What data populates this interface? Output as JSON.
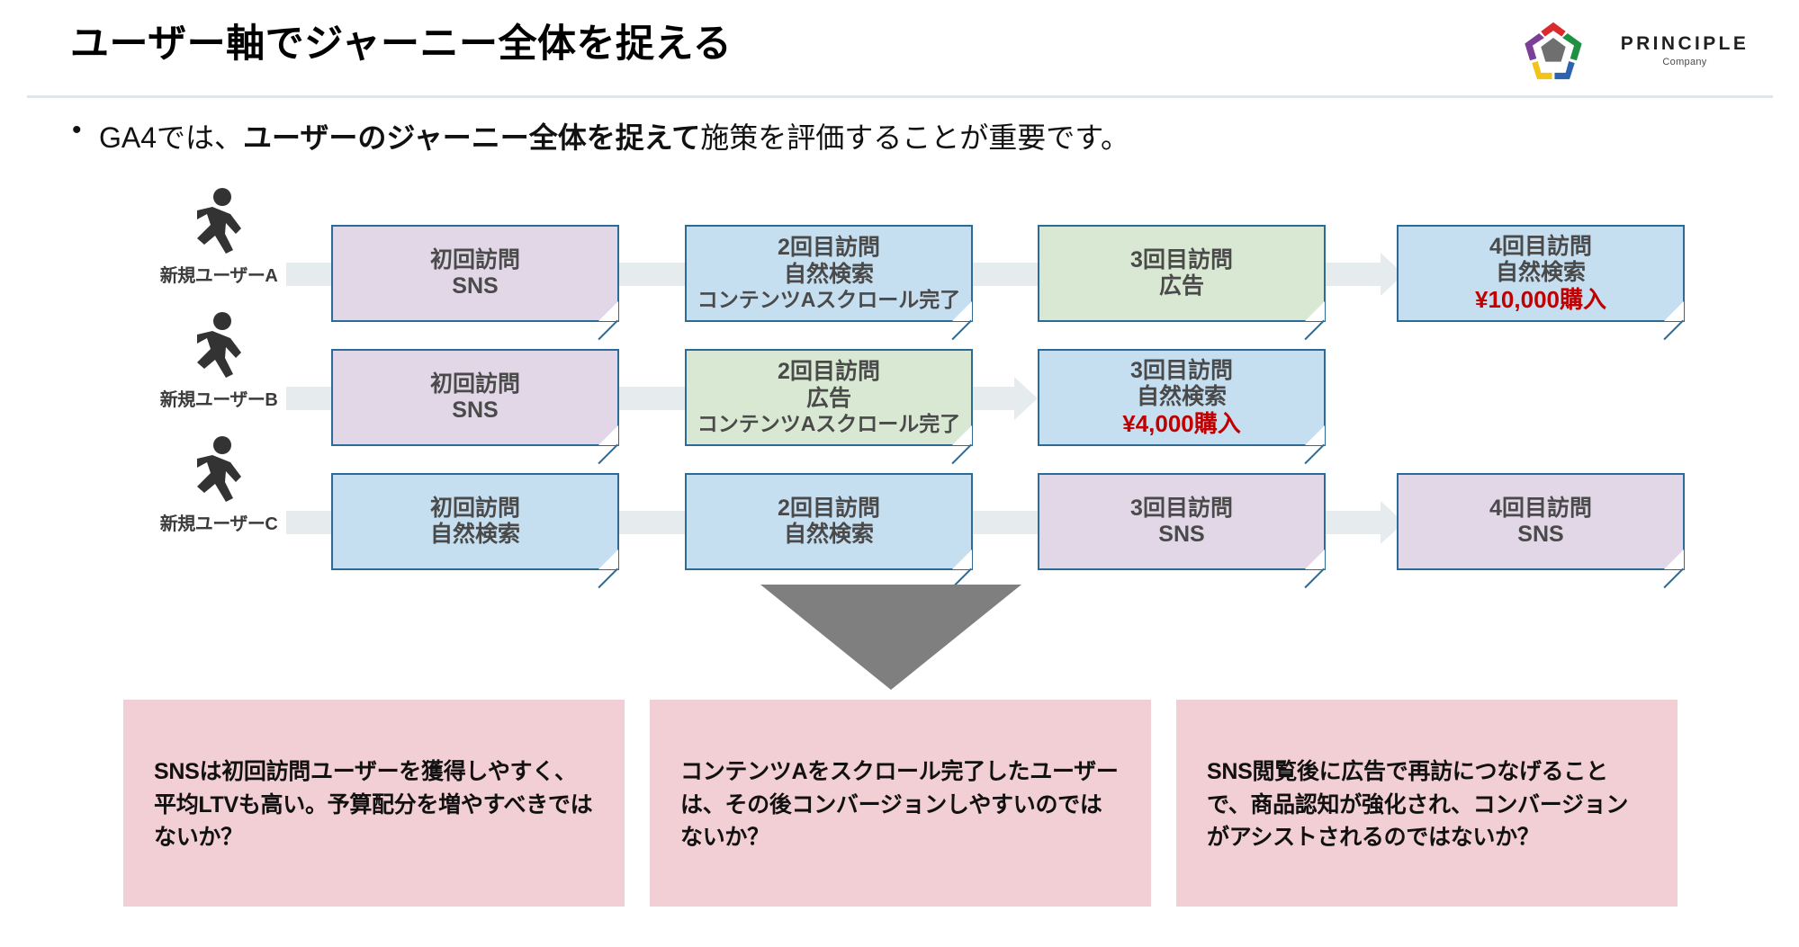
{
  "header": {
    "title": "ユーザー軸でジャーニー全体を捉える",
    "logo": {
      "name": "PRINCIPLE",
      "sub": "Company",
      "colors": {
        "red": "#d92b2b",
        "green": "#1f9142",
        "blue": "#2b63b0",
        "yellow": "#f0c419",
        "purple": "#7b3f98",
        "center": "#6f6f6f"
      }
    }
  },
  "bullet": {
    "marker": "•",
    "prefix": "GA4では、",
    "emphasis": "ユーザーのジャーニー全体を捉えて",
    "suffix": "施策を評価することが重要です。"
  },
  "journey": {
    "rows": [
      {
        "persona": "新規ユーザーA",
        "persona_icon": "walking-person-icon",
        "cards": [
          {
            "color": "purple",
            "lines": [
              {
                "text": "初回訪問",
                "style": "normal"
              },
              {
                "text": "SNS",
                "style": "normal"
              }
            ]
          },
          {
            "color": "blue",
            "lines": [
              {
                "text": "2回目訪問",
                "style": "normal"
              },
              {
                "text": "自然検索",
                "style": "normal"
              },
              {
                "text": "コンテンツAスクロール完了",
                "style": "small"
              }
            ]
          },
          {
            "color": "green",
            "lines": [
              {
                "text": "3回目訪問",
                "style": "normal"
              },
              {
                "text": "広告",
                "style": "normal"
              }
            ]
          },
          {
            "color": "blue",
            "lines": [
              {
                "text": "4回目訪問",
                "style": "normal"
              },
              {
                "text": "自然検索",
                "style": "normal"
              },
              {
                "text": "¥10,000購入",
                "style": "money"
              }
            ]
          }
        ]
      },
      {
        "persona": "新規ユーザーB",
        "persona_icon": "walking-person-icon",
        "cards": [
          {
            "color": "purple",
            "lines": [
              {
                "text": "初回訪問",
                "style": "normal"
              },
              {
                "text": "SNS",
                "style": "normal"
              }
            ]
          },
          {
            "color": "green",
            "lines": [
              {
                "text": "2回目訪問",
                "style": "normal"
              },
              {
                "text": "広告",
                "style": "normal"
              },
              {
                "text": "コンテンツAスクロール完了",
                "style": "small"
              }
            ]
          },
          {
            "color": "blue",
            "lines": [
              {
                "text": "3回目訪問",
                "style": "normal"
              },
              {
                "text": "自然検索",
                "style": "normal"
              },
              {
                "text": "¥4,000購入",
                "style": "money"
              }
            ]
          }
        ]
      },
      {
        "persona": "新規ユーザーC",
        "persona_icon": "walking-person-icon",
        "cards": [
          {
            "color": "blue",
            "lines": [
              {
                "text": "初回訪問",
                "style": "normal"
              },
              {
                "text": "自然検索",
                "style": "normal"
              }
            ]
          },
          {
            "color": "blue",
            "lines": [
              {
                "text": "2回目訪問",
                "style": "normal"
              },
              {
                "text": "自然検索",
                "style": "normal"
              }
            ]
          },
          {
            "color": "purple",
            "lines": [
              {
                "text": "3回目訪問",
                "style": "normal"
              },
              {
                "text": "SNS",
                "style": "normal"
              }
            ]
          },
          {
            "color": "purple",
            "lines": [
              {
                "text": "4回目訪問",
                "style": "normal"
              },
              {
                "text": "SNS",
                "style": "normal"
              }
            ]
          }
        ]
      }
    ]
  },
  "down_arrow_icon": "down-arrow-icon",
  "insights": [
    "SNSは初回訪問ユーザーを獲得しやすく、平均LTVも高い。予算配分を増やすべきではないか？",
    "コンテンツAをスクロール完了したユーザーは、その後コンバージョンしやすいのではないか？",
    "SNS閲覧後に広告で再訪につなげることで、商品認知が強化され、コンバージョンがアシストされるのではないか？"
  ],
  "colors": {
    "card_purple": "#e2d7e7",
    "card_blue": "#c6dff0",
    "card_green": "#d9e8d2",
    "card_border": "#2e6a96",
    "connector": "#e6ecee",
    "insight_bg": "#f2cfd5",
    "money_red": "#c00000",
    "arrow_gray": "#7f7f7f"
  }
}
